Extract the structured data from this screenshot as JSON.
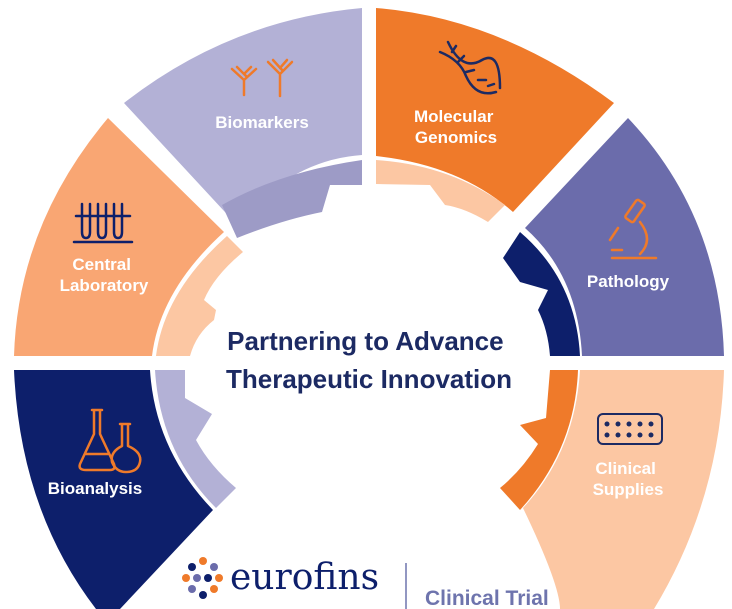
{
  "center": {
    "line1": "Partnering to Advance",
    "line2": "Therapeutic Innovation"
  },
  "segments": [
    {
      "id": "biomarkers",
      "label_lines": [
        "Biomarkers"
      ],
      "icon": "antibody-icon",
      "color": "#b3b1d6",
      "inner_color": "#9d9bc6",
      "icon_color": "#ef7a2a"
    },
    {
      "id": "molecular-genomics",
      "label_lines": [
        "Molecular",
        "Genomics"
      ],
      "icon": "dna-icon",
      "color": "#ef7a2a",
      "inner_color": "#fcc7a3",
      "icon_color": "#1c2a63"
    },
    {
      "id": "pathology",
      "label_lines": [
        "Pathology"
      ],
      "icon": "microscope-icon",
      "color": "#6b6cab",
      "inner_color": "#0d1f6b",
      "icon_color": "#ef7a2a"
    },
    {
      "id": "clinical-supplies",
      "label_lines": [
        "Clinical",
        "Supplies"
      ],
      "icon": "pill-blister-icon",
      "color": "#fcc7a3",
      "inner_color": "#ef7a2a",
      "icon_color": "#1c2a63"
    },
    {
      "id": "bioanalysis",
      "label_lines": [
        "Bioanalysis"
      ],
      "icon": "flasks-icon",
      "color": "#0d1f6b",
      "inner_color": "#b3b1d6",
      "icon_color": "#ef7a2a"
    },
    {
      "id": "central-laboratory",
      "label_lines": [
        "Central",
        "Laboratory"
      ],
      "icon": "test-tubes-icon",
      "color": "#f9a673",
      "inner_color": "#fcc7a3",
      "icon_color": "#0d1f6b"
    }
  ],
  "footer": {
    "brand": "eurofins",
    "sub": "Clinical Trial",
    "logo_icon": "eurofins-dots-logo",
    "brand_color": "#0d1f6b",
    "dot_colors": [
      "#0d1f6b",
      "#ef7a2a",
      "#6b6cab"
    ]
  }
}
